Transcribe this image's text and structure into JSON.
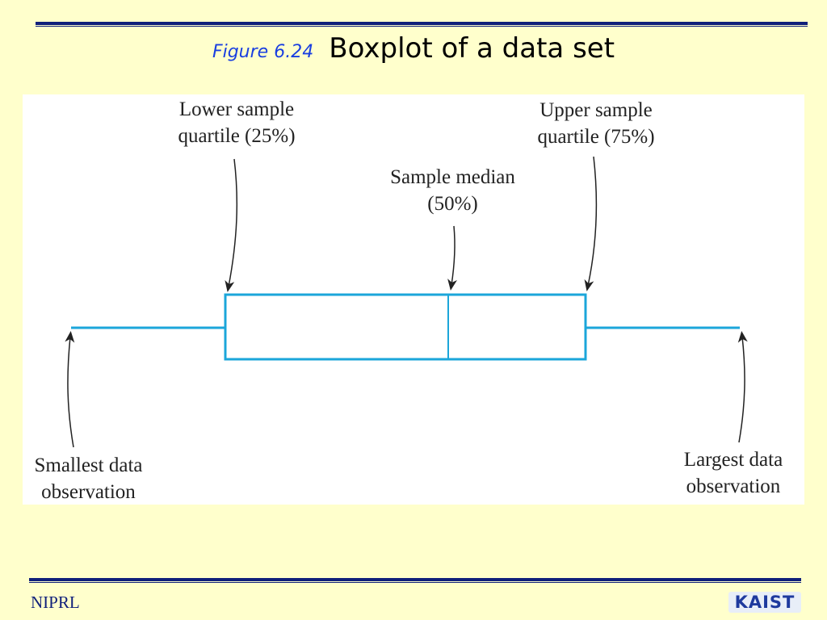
{
  "slide": {
    "figure_label": "Figure 6.24",
    "title": "Boxplot of a data set",
    "footer_org": "NIPRL",
    "logo_text": "KAIST",
    "colors": {
      "background": "#FFFFCC",
      "rule": "#0F1F7A",
      "figure_label": "#1A3FE0",
      "boxplot": "#1BA6DA"
    }
  },
  "diagram": {
    "callouts": {
      "lower_quartile": "Lower sample\nquartile (25%)",
      "median": "Sample median\n(50%)",
      "upper_quartile": "Upper sample\nquartile (75%)",
      "smallest": "Smallest data\nobservation",
      "largest": "Largest data\nobservation"
    }
  }
}
